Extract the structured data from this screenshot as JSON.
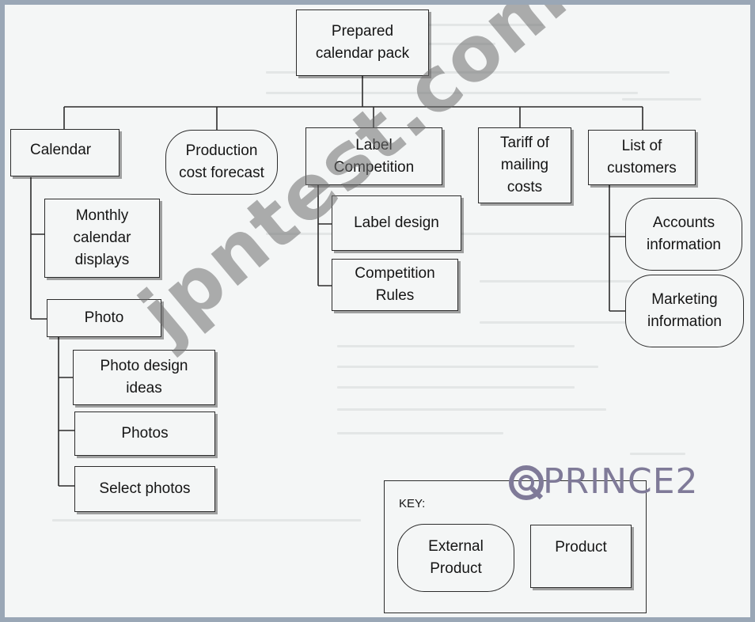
{
  "nodes": {
    "root": "Prepared\ncalendar pack",
    "calendar": "Calendar",
    "production": "Production\ncost forecast",
    "label_competition": "Label\nCompetition",
    "tariff": "Tariff of\nmailing\ncosts",
    "list_customers": "List of\ncustomers",
    "monthly": "Monthly\ncalendar\ndisplays",
    "photo": "Photo",
    "photo_design": "Photo design\nideas",
    "photos": "Photos",
    "select_photos": "Select photos",
    "label_design": "Label design",
    "competition_rules": "Competition\nRules",
    "accounts": "Accounts\ninformation",
    "marketing": "Marketing\ninformation"
  },
  "key": {
    "title": "KEY:",
    "external": "External\nProduct",
    "product": "Product"
  },
  "watermark": "jpntest.com",
  "logo": "PRINCE2",
  "colors": {
    "frame": "#9aa7b6",
    "background": "#f4f6f6",
    "line": "#2c2c2c",
    "watermark": "#6e6e6e",
    "logo": "#7f7a98"
  }
}
